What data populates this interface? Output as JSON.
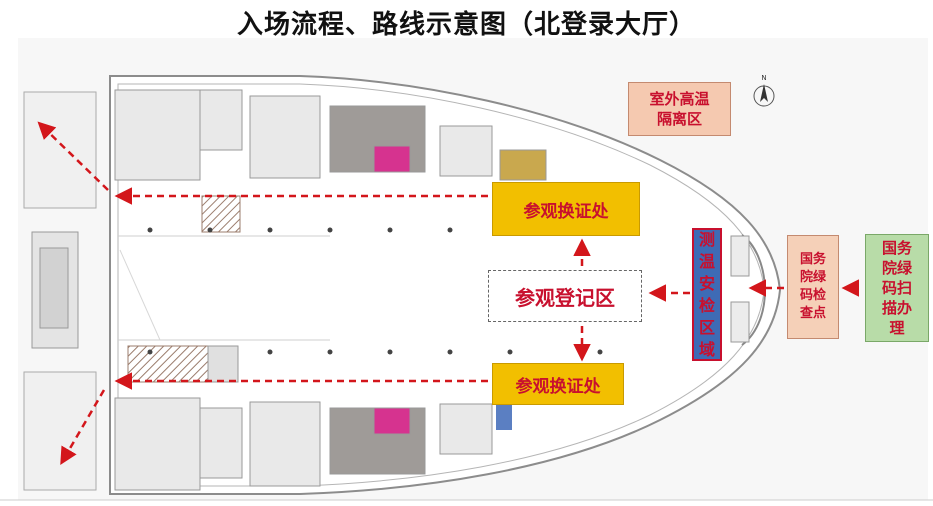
{
  "title": "入场流程、路线示意图（北登录大厅）",
  "compass": "N",
  "labels": {
    "hot_isolation": [
      "室外高温",
      "隔离区"
    ],
    "exchange_top": "参观换证处",
    "exchange_bottom": "参观换证处",
    "registration": "参观登记区",
    "security": [
      "测",
      "温",
      "安",
      "检",
      "区",
      "域"
    ],
    "checkpoint": [
      "国务",
      "院绿",
      "码检",
      "查点"
    ],
    "scan": [
      "国务",
      "院绿",
      "码扫",
      "描办",
      "理"
    ]
  },
  "colors": {
    "route_red": "#d3161b",
    "exchange_yellow": "#f2bf00",
    "security_blue": "#3e6bb5",
    "hot_zone_salmon": "#f5c9b0",
    "scan_green": "#b8dca8"
  }
}
